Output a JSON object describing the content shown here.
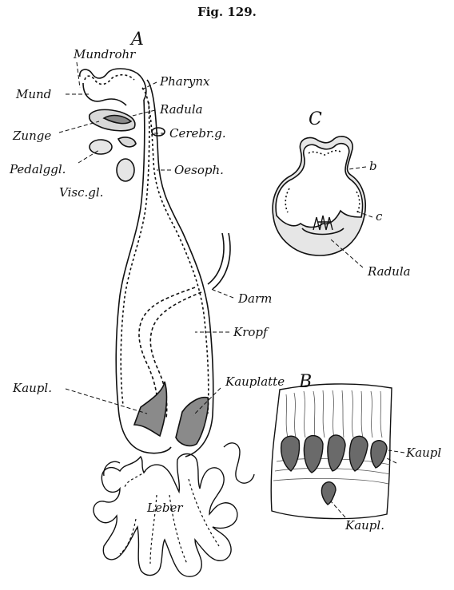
{
  "figure": {
    "caption": "Fig. 129.",
    "panel_letters": {
      "a": "A",
      "b": "B",
      "c": "C"
    },
    "labels_a": {
      "mundrohr": "Mundrohr",
      "mund": "Mund",
      "pharynx": "Pharynx",
      "radula": "Radula",
      "zunge": "Zunge",
      "cerebr": "Cerebr.g.",
      "pedal": "Pedalggl.",
      "oesoph": "Oesoph.",
      "visc": "Visc.gl.",
      "darm": "Darm",
      "kropf": "Kropf",
      "kaupl_left": "Kaupl.",
      "kauplatte": "Kauplatte",
      "leber": "Leber"
    },
    "labels_c": {
      "b": "b",
      "c": "c",
      "radula": "Radula"
    },
    "labels_b": {
      "kaupl_right": "Kaupl",
      "kaupl_bottom": "Kaupl."
    }
  },
  "colors": {
    "ink": "#111111",
    "shade": "#d9d9d9",
    "dark_shade": "#8a8a8a"
  }
}
